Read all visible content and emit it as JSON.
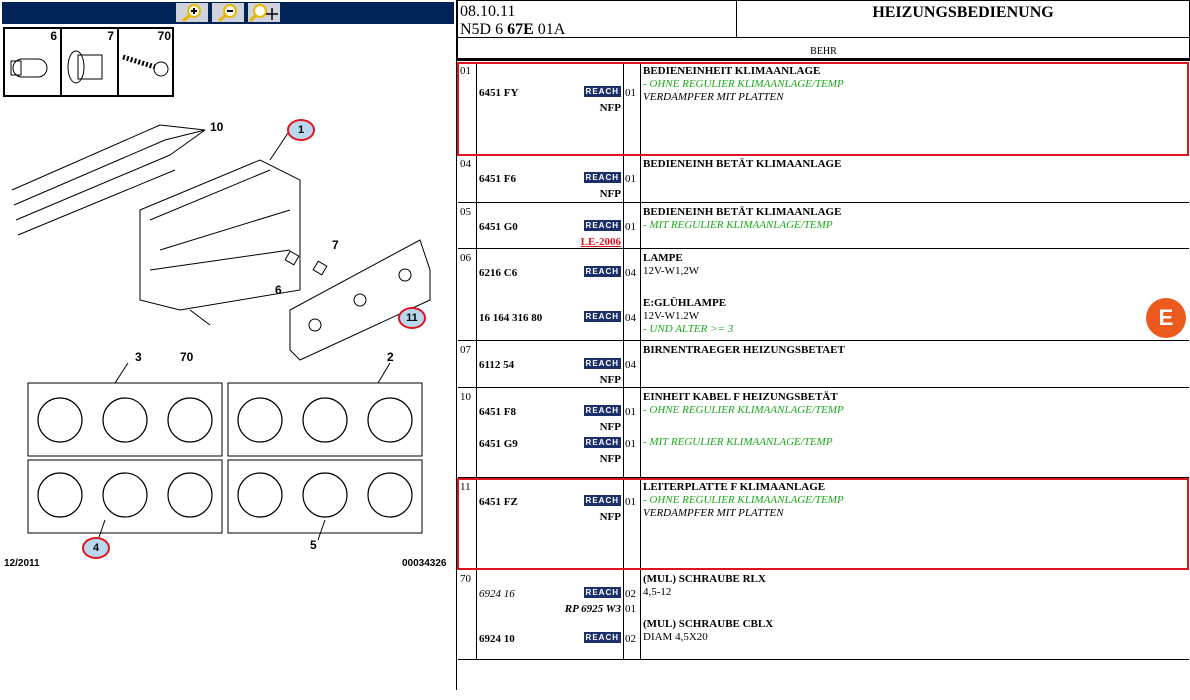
{
  "toolbar": {
    "zoom_in": "zoom-in",
    "zoom_out": "zoom-out",
    "pan": "zoom-pan"
  },
  "thumbs": [
    "6",
    "7",
    "70"
  ],
  "diagram": {
    "labels": {
      "l10": "10",
      "l1": "1",
      "l7": "7",
      "l6": "6",
      "l11": "11",
      "l70": "70",
      "l3": "3",
      "l2": "2",
      "l4": "4",
      "l5": "5"
    },
    "date": "12/2011",
    "ref": "00034326"
  },
  "header": {
    "date": "08.10.11",
    "code_a": "N5D 6 ",
    "code_b": "67E",
    "code_c": " 01A",
    "title": "HEIZUNGSBEDIENUNG",
    "supplier": "BEHR"
  },
  "reach": "REACH",
  "nfp": "NFP",
  "rows": [
    {
      "num": "01",
      "parts": [
        {
          "pn": "6451 FY",
          "qty": "01"
        }
      ],
      "desc": [
        {
          "t": "BEDIENEINHEIT KLIMAANLAGE",
          "s": "b"
        },
        {
          "t": "- OHNE REGULIER KLIMAANLAGE/TEMP",
          "s": "g"
        },
        {
          "t": "VERDAMPFER MIT PLATTEN",
          "s": "i"
        }
      ]
    },
    {
      "num": "04",
      "parts": [
        {
          "pn": "6451 F6",
          "qty": "01"
        }
      ],
      "desc": [
        {
          "t": "BEDIENEINH BETÄT KLIMAANLAGE",
          "s": "b"
        }
      ]
    },
    {
      "num": "05",
      "parts": [
        {
          "pn": "6451 G0",
          "qty": "01",
          "link": "LE-2006"
        }
      ],
      "desc": [
        {
          "t": "BEDIENEINH BETÄT KLIMAANLAGE",
          "s": "b"
        },
        {
          "t": "- MIT REGULIER KLIMAANLAGE/TEMP",
          "s": "g"
        }
      ]
    },
    {
      "num": "06",
      "parts": [
        {
          "pn": "6216 C6",
          "qty": "04"
        },
        {
          "pn": "16 164 316 80",
          "qty": "04"
        }
      ],
      "desc": [
        {
          "t": "LAMPE",
          "s": "b"
        },
        {
          "t": "12V-W1,2W",
          "s": ""
        },
        {
          "t": "E:GLÜHLAMPE",
          "s": "b"
        },
        {
          "t": "12V-W1.2W",
          "s": ""
        },
        {
          "t": "- UND ALTER >= 3",
          "s": "g"
        }
      ]
    },
    {
      "num": "07",
      "parts": [
        {
          "pn": "6112 54",
          "qty": "04"
        }
      ],
      "desc": [
        {
          "t": "BIRNENTRAEGER HEIZUNGSBETAET",
          "s": "b"
        }
      ]
    },
    {
      "num": "10",
      "parts": [
        {
          "pn": "6451 F8",
          "qty": "01"
        },
        {
          "pn": "6451 G9",
          "qty": "01"
        }
      ],
      "desc": [
        {
          "t": "EINHEIT KABEL F HEIZUNGSBETÄT",
          "s": "b"
        },
        {
          "t": "- OHNE REGULIER KLIMAANLAGE/TEMP",
          "s": "g"
        },
        {
          "t": "- MIT REGULIER KLIMAANLAGE/TEMP",
          "s": "g"
        }
      ]
    },
    {
      "num": "11",
      "parts": [
        {
          "pn": "6451 FZ",
          "qty": "01"
        }
      ],
      "desc": [
        {
          "t": "LEITERPLATTE F KLIMAANLAGE",
          "s": "b"
        },
        {
          "t": "- OHNE REGULIER KLIMAANLAGE/TEMP",
          "s": "g"
        },
        {
          "t": "VERDAMPFER MIT PLATTEN",
          "s": "i"
        }
      ]
    },
    {
      "num": "70",
      "parts": [
        {
          "pn": "6924 16",
          "qty": "02",
          "alt": "RP 6925 W3",
          "alt_qty": "01"
        },
        {
          "pn": "6924 10",
          "qty": "02"
        }
      ],
      "desc": [
        {
          "t": "(MUL) SCHRAUBE RLX",
          "s": "b"
        },
        {
          "t": "4,5-12",
          "s": ""
        },
        {
          "t": "(MUL) SCHRAUBE CBLX",
          "s": "b"
        },
        {
          "t": "DIAM 4,5X20",
          "s": ""
        }
      ]
    }
  ],
  "fab": "E"
}
